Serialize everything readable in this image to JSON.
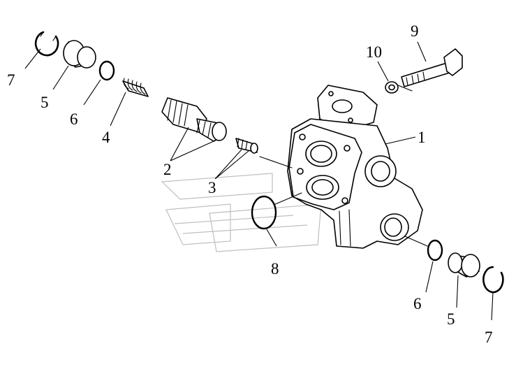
{
  "callouts": [
    {
      "id": "p7a",
      "text": "7"
    },
    {
      "id": "p5a",
      "text": "5"
    },
    {
      "id": "p6a",
      "text": "6"
    },
    {
      "id": "p4",
      "text": "4"
    },
    {
      "id": "p2",
      "text": "2"
    },
    {
      "id": "p3",
      "text": "3"
    },
    {
      "id": "p8",
      "text": "8"
    },
    {
      "id": "p10",
      "text": "10"
    },
    {
      "id": "p9",
      "text": "9"
    },
    {
      "id": "p1",
      "text": "1"
    },
    {
      "id": "p6b",
      "text": "6"
    },
    {
      "id": "p5b",
      "text": "5"
    },
    {
      "id": "p7b",
      "text": "7"
    }
  ]
}
